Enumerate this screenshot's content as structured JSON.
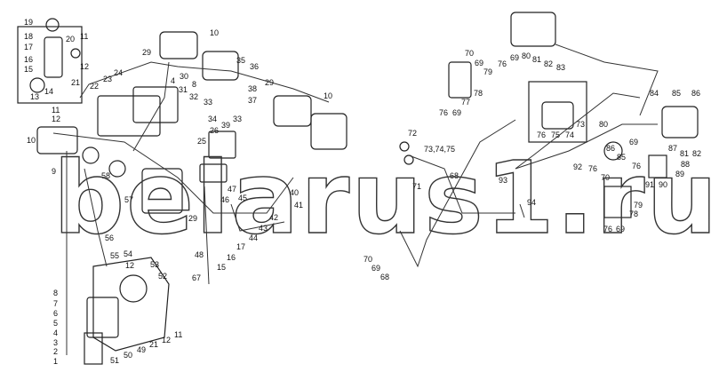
{
  "diagram": {
    "watermark": "belarus1.ru",
    "labels": [
      "19",
      "18",
      "17",
      "16",
      "15",
      "20",
      "11",
      "12",
      "13",
      "14",
      "21",
      "22",
      "23",
      "24",
      "11",
      "12",
      "10",
      "9",
      "58",
      "30",
      "31",
      "32",
      "33",
      "34",
      "29",
      "10",
      "4",
      "8",
      "35",
      "36",
      "38",
      "37",
      "29",
      "10",
      "25",
      "26",
      "39",
      "33",
      "57",
      "47",
      "45",
      "46",
      "40",
      "41",
      "42",
      "43",
      "44",
      "17",
      "16",
      "15",
      "48",
      "67",
      "29",
      "56",
      "55",
      "54",
      "12",
      "53",
      "52",
      "8",
      "7",
      "6",
      "5",
      "4",
      "3",
      "2",
      "1",
      "51",
      "50",
      "49",
      "21",
      "12",
      "11",
      "72",
      "73,74,75",
      "71",
      "68",
      "93",
      "94",
      "70",
      "69",
      "68",
      "70",
      "69",
      "79",
      "77",
      "78",
      "76",
      "69",
      "76",
      "69",
      "80",
      "81",
      "82",
      "83",
      "84",
      "85",
      "86",
      "80",
      "69",
      "76",
      "75",
      "74",
      "73",
      "92",
      "76",
      "86",
      "85",
      "76",
      "87",
      "81",
      "82",
      "88",
      "89",
      "90",
      "91",
      "79",
      "78",
      "76",
      "69",
      "70"
    ]
  }
}
